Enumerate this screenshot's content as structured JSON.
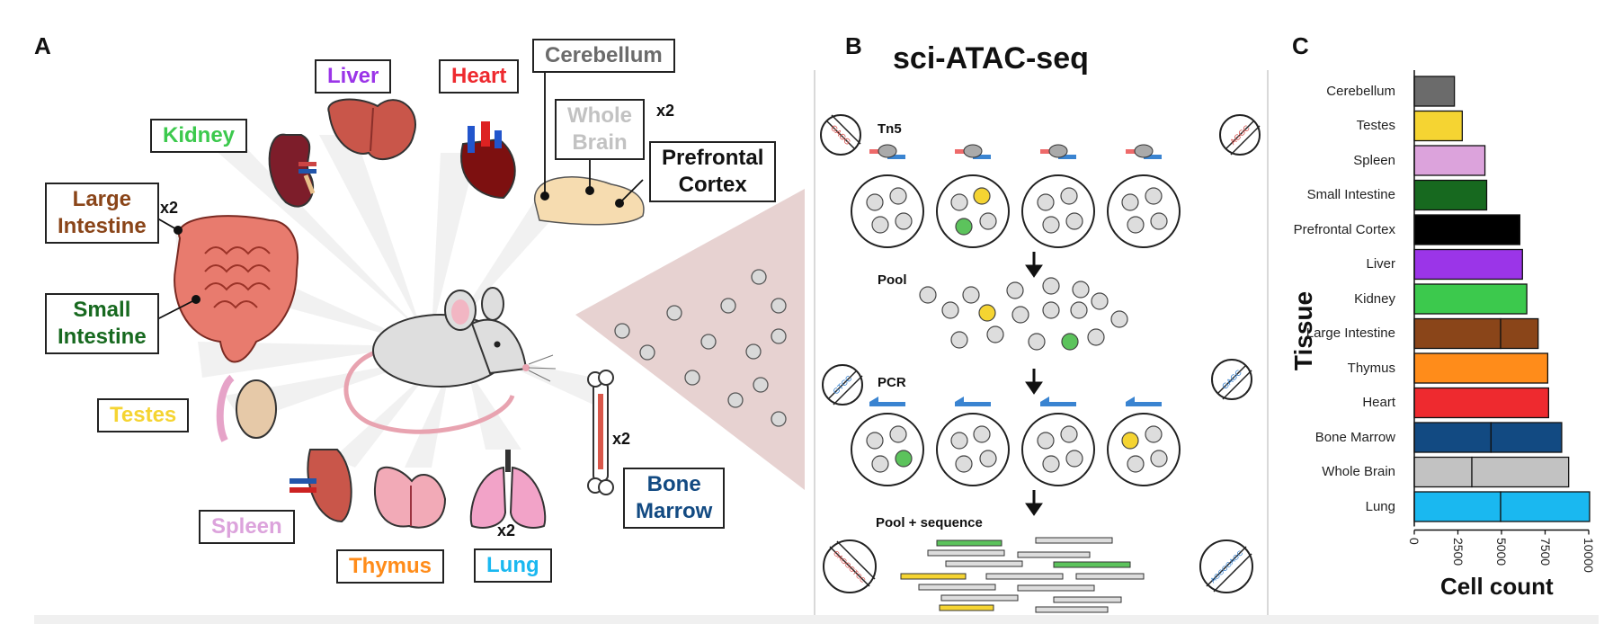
{
  "panels": {
    "a": "A",
    "b": "B",
    "c": "C"
  },
  "organs": {
    "liver": "Liver",
    "heart": "Heart",
    "cerebellum": "Cerebellum",
    "whole_brain": "Whole\nBrain",
    "prefrontal_cortex": "Prefrontal\nCortex",
    "kidney": "Kidney",
    "large_intestine": "Large\nIntestine",
    "small_intestine": "Small\nIntestine",
    "testes": "Testes",
    "spleen": "Spleen",
    "thymus": "Thymus",
    "lung": "Lung",
    "bone_marrow": "Bone\nMarrow"
  },
  "multipliers": {
    "whole_brain": "x2",
    "large_intestine": "x2",
    "lung": "x2",
    "bone_marrow": "x2"
  },
  "protocol": {
    "title": "sci-ATAC-seq",
    "steps": {
      "tn5": "Tn5",
      "pool": "Pool",
      "pcr": "PCR",
      "pool_sequence": "Pool + sequence"
    },
    "barcodes": {
      "tn5_left": "GAGG",
      "tn5_right": "AGGC",
      "pcr_left": "GTCC",
      "pcr_right": "GAGC",
      "seq_left": "GAGGGTCC",
      "seq_right": "AGGCGAGC"
    }
  },
  "colors": {
    "cerebellum": "#6b6b6b",
    "testes": "#f5d432",
    "spleen": "#dca3dc",
    "small_intestine": "#17691f",
    "prefrontal_cortex": "#000000",
    "liver": "#9b35e8",
    "kidney": "#3cc94d",
    "large_intestine": "#8a4519",
    "thymus": "#ff8c1a",
    "heart": "#ee2a2f",
    "bone_marrow": "#124a82",
    "whole_brain": "#c2c2c2",
    "lung": "#1ab8f0"
  },
  "chart_data": {
    "type": "bar",
    "orientation": "horizontal",
    "stacked": true,
    "xlabel": "Cell count",
    "ylabel": "Tissue",
    "xlim": [
      0,
      10000
    ],
    "xticks": [
      "0",
      "2500",
      "5000",
      "7500",
      "10000"
    ],
    "categories": [
      "Cerebellum",
      "Testes",
      "Spleen",
      "Small Intestine",
      "Prefrontal Cortex",
      "Liver",
      "Kidney",
      "Large Intestine",
      "Thymus",
      "Heart",
      "Bone Marrow",
      "Whole Brain",
      "Lung"
    ],
    "segments": [
      [
        2300
      ],
      [
        2750
      ],
      [
        4050
      ],
      [
        4150
      ],
      [
        6050
      ],
      [
        6200
      ],
      [
        6450
      ],
      [
        4950,
        2150
      ],
      [
        7650
      ],
      [
        7700
      ],
      [
        4400,
        4050
      ],
      [
        3300,
        5550
      ],
      [
        4950,
        5100
      ]
    ],
    "totals": [
      2300,
      2750,
      4050,
      4150,
      6050,
      6200,
      6450,
      7100,
      7650,
      7700,
      8450,
      8850,
      10050
    ]
  }
}
